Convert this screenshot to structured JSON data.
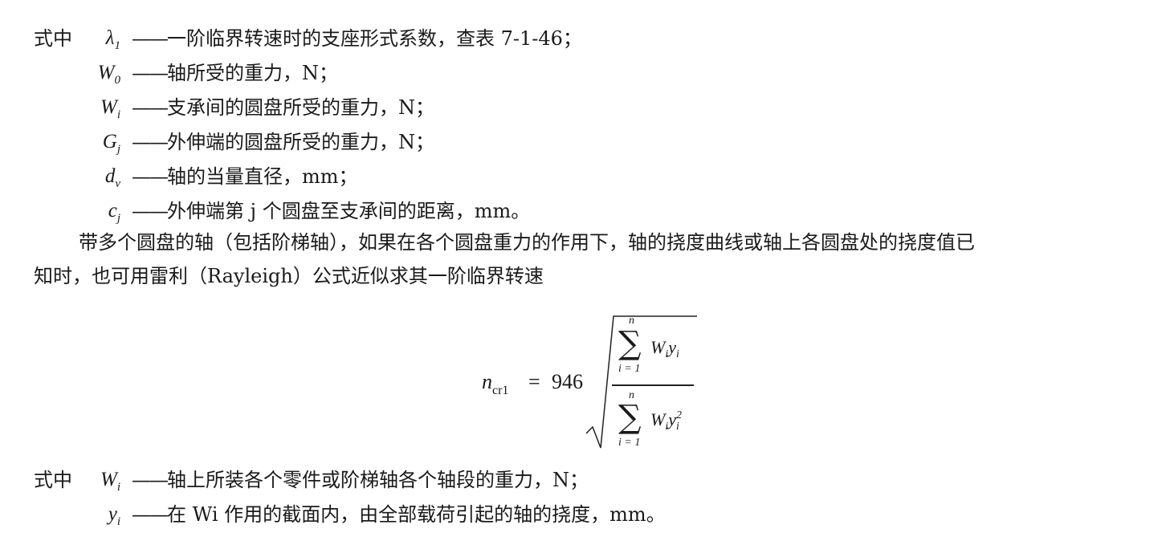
{
  "where_label": "式中",
  "dash": "——",
  "defs1": [
    {
      "sym": "λ",
      "sub": "1",
      "sup": "",
      "text": "一阶临界转速时的支座形式系数，查表 7-1-46；"
    },
    {
      "sym": "W",
      "sub": "0",
      "sup": "",
      "text": "轴所受的重力，N；"
    },
    {
      "sym": "W",
      "sub": "i",
      "sup": "",
      "text": "支承间的圆盘所受的重力，N；"
    },
    {
      "sym": "G",
      "sub": "j",
      "sup": "",
      "text": "外伸端的圆盘所受的重力，N；"
    },
    {
      "sym": "d",
      "sub": "v",
      "sup": "",
      "text": "轴的当量直径，mm；"
    },
    {
      "sym": "c",
      "sub": "j",
      "sup": "",
      "text": "外伸端第 j 个圆盘至支承间的距离，mm。"
    }
  ],
  "paragraph": {
    "line1": "带多个圆盘的轴（包括阶梯轴），如果在各个圆盘重力的作用下，轴的挠度曲线或轴上各圆盘处的挠度值已",
    "line2": "知时，也可用雷利（Rayleigh）公式近似求其一阶临界转速"
  },
  "formula": {
    "lhs_var": "n",
    "lhs_sub": "cr1",
    "equals": "=",
    "coefficient": "946",
    "sum_symbol": "∑",
    "upper_limit": "n",
    "lower_limit": "i = 1",
    "numerator_term": {
      "w": "W",
      "w_sub": "i",
      "y": "y",
      "y_sub": "i",
      "y_sup": ""
    },
    "denominator_term": {
      "w": "W",
      "w_sub": "i",
      "y": "y",
      "y_sub": "i",
      "y_sup": "2"
    }
  },
  "defs2": [
    {
      "sym": "W",
      "sub": "i",
      "sup": "",
      "text": "轴上所装各个零件或阶梯轴各个轴段的重力，N；"
    },
    {
      "sym": "y",
      "sub": "i",
      "sup": "",
      "text": "在 Wi 作用的截面内，由全部载荷引起的轴的挠度，mm。"
    }
  ]
}
